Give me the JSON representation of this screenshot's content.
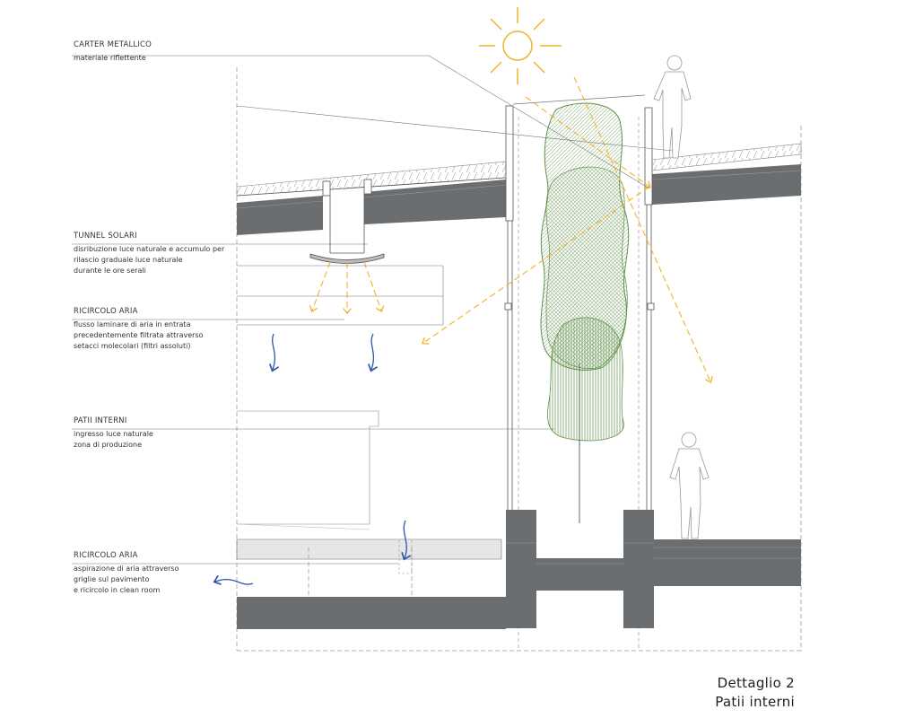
{
  "labels": {
    "carter": {
      "heading": "CARTER METALLICO",
      "lines": [
        "materiale riflettente"
      ]
    },
    "tunnel": {
      "heading": "TUNNEL SOLARI",
      "lines": [
        "disribuzione luce naturale e accumulo per",
        "rilascio graduale luce naturale",
        "durante le ore serali"
      ]
    },
    "ricircolo_top": {
      "heading": "RICIRCOLO ARIA",
      "lines": [
        "flusso laminare di aria in entrata",
        "precedentemente filtrata attraverso",
        "setacci molecolari (filtri assoluti)"
      ]
    },
    "patii": {
      "heading": "PATII INTERNI",
      "lines": [
        "ingresso luce naturale",
        "zona di produzione"
      ]
    },
    "ricircolo_bottom": {
      "heading": "RICIRCOLO ARIA",
      "lines": [
        "aspirazione di aria attraverso",
        "griglie sul pavimento",
        "e ricircolo in clean room"
      ]
    }
  },
  "title": {
    "line1": "Dettaglio 2",
    "line2": "Patii interni"
  },
  "colors": {
    "slab": "#6b6e70",
    "line": "#555555",
    "sun": "#f0b429",
    "air": "#2d56a6",
    "tree": "#5f9148",
    "figure": "#999999"
  }
}
